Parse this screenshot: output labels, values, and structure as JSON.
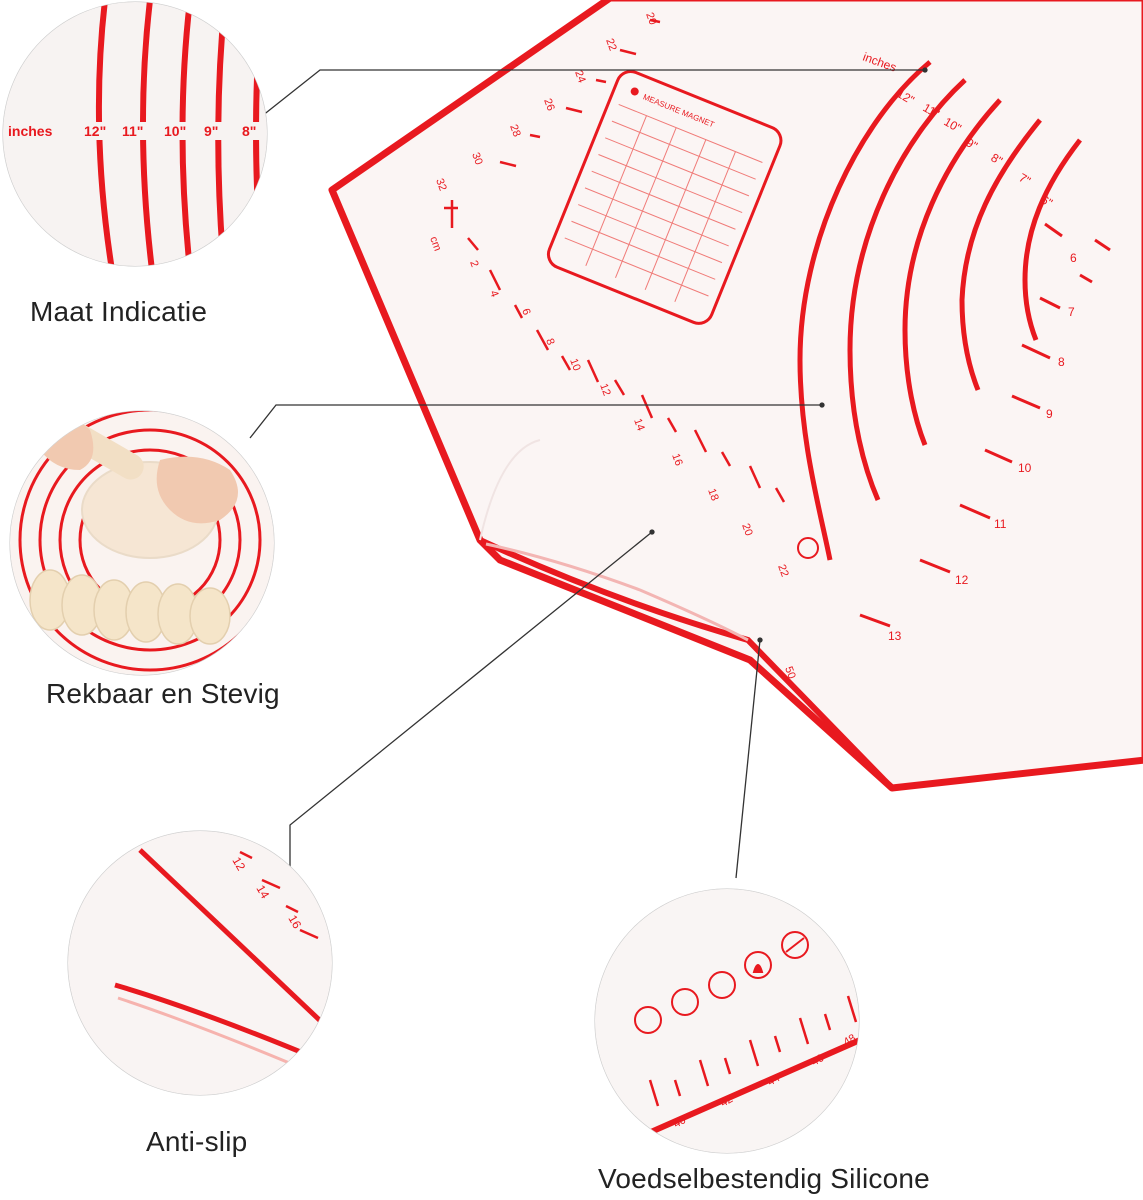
{
  "captions": {
    "size_indication": "Maat Indicatie",
    "stretchy_sturdy": "Rekbaar en Stevig",
    "anti_slip": "Anti-slip",
    "food_grade": "Voedselbestendig Silicone"
  },
  "mat": {
    "unit_inches": "inches",
    "unit_cm": "cm",
    "inch_rings": [
      "12\"",
      "11\"",
      "10\"",
      "9\"",
      "8\"",
      "7\"",
      "6\""
    ],
    "right_edge_numbers": [
      "6",
      "7",
      "8",
      "9",
      "10",
      "11",
      "12",
      "13"
    ],
    "bottom_edge_numbers": [
      "2",
      "4",
      "6",
      "8",
      "10",
      "12",
      "14",
      "16",
      "18",
      "20",
      "22"
    ],
    "top_edge_numbers": [
      "20",
      "22",
      "24",
      "26",
      "28",
      "30",
      "32"
    ],
    "curl_number": "50",
    "chart_title": "MEASURE MAGNET"
  },
  "zoom": {
    "inches_label": "inches",
    "inch_rings": [
      "12\"",
      "11\"",
      "10\"",
      "9\"",
      "8\""
    ],
    "anti_numbers": [
      "12",
      "14",
      "16"
    ],
    "food_numbers": [
      "40",
      "42",
      "44",
      "46",
      "48"
    ]
  },
  "colors": {
    "accent": "#e8191f",
    "mat": "#faf4f3",
    "leader": "#333333"
  }
}
